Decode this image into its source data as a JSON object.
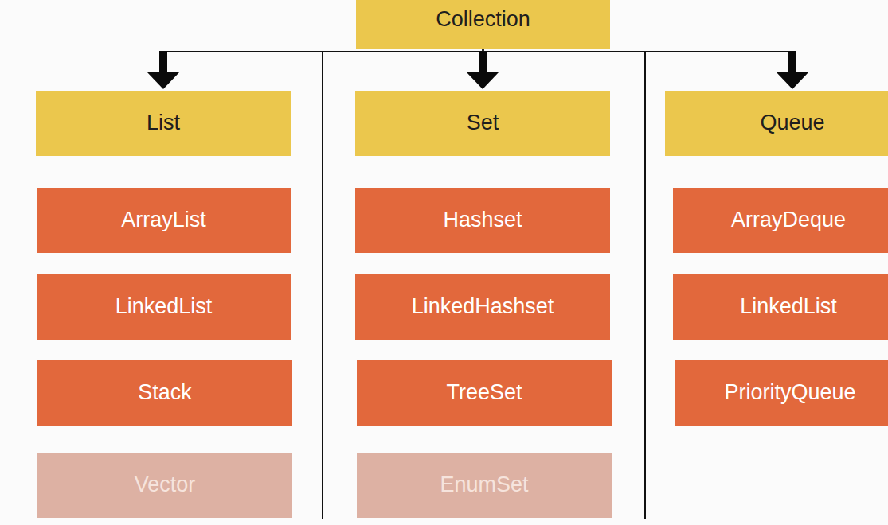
{
  "diagram": {
    "nodes": [
      {
        "text": [
          "Collection"
        ]
      },
      {
        "text": [
          "List"
        ]
      },
      {
        "text": [
          "Set"
        ]
      },
      {
        "text": [
          "Queue"
        ]
      },
      {
        "text": [
          "ArrayList"
        ]
      },
      {
        "text": [
          "LinkedList"
        ]
      },
      {
        "text": [
          "Stack"
        ]
      },
      {
        "text": [
          "Vector"
        ]
      },
      {
        "text": [
          "Hashset"
        ]
      },
      {
        "text": [
          "LinkedHashset"
        ]
      },
      {
        "text": [
          "TreeSet"
        ]
      },
      {
        "text": [
          "EnumSet"
        ]
      },
      {
        "text": [
          "ArrayDeque"
        ]
      },
      {
        "text": [
          "LinkedList"
        ]
      },
      {
        "text": [
          "PriorityQueue"
        ]
      }
    ],
    "edges": [
      {
        "from": 0,
        "to": 1,
        "arrow": "to"
      },
      {
        "from": 0,
        "to": 2,
        "arrow": "to"
      },
      {
        "from": 0,
        "to": 3,
        "arrow": "to"
      }
    ]
  }
}
